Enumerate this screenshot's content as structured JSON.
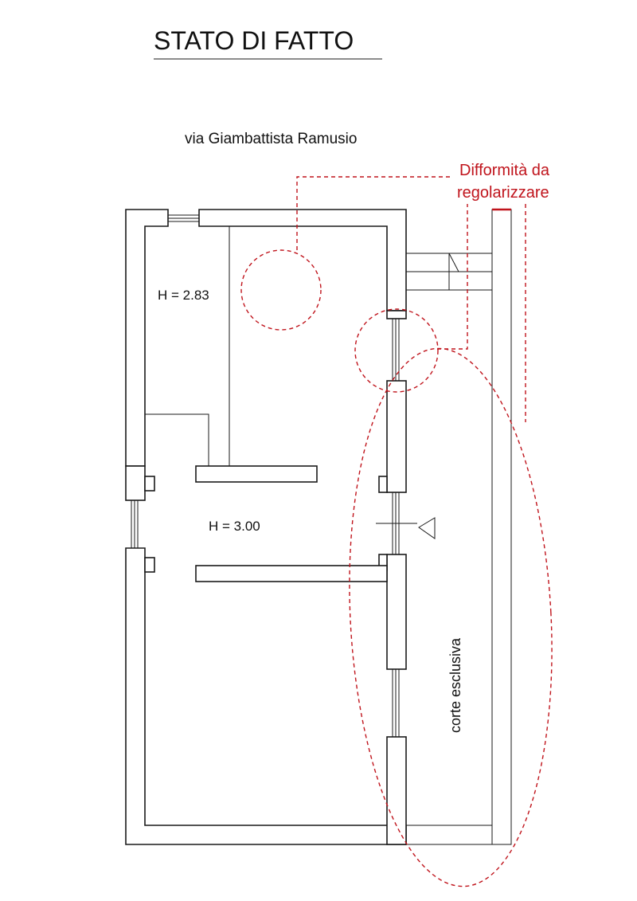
{
  "title": "STATO DI FATTO",
  "street": "via Giambattista Ramusio",
  "note": {
    "line1": "Difformità da",
    "line2": "regolarizzare",
    "color": "#c0141c"
  },
  "rooms": {
    "upper_height": "H = 2.83",
    "lower_height": "H = 3.00"
  },
  "court_label": "corte esclusiva",
  "colors": {
    "walls": "#1a1a1a",
    "annotation": "#c0141c"
  }
}
